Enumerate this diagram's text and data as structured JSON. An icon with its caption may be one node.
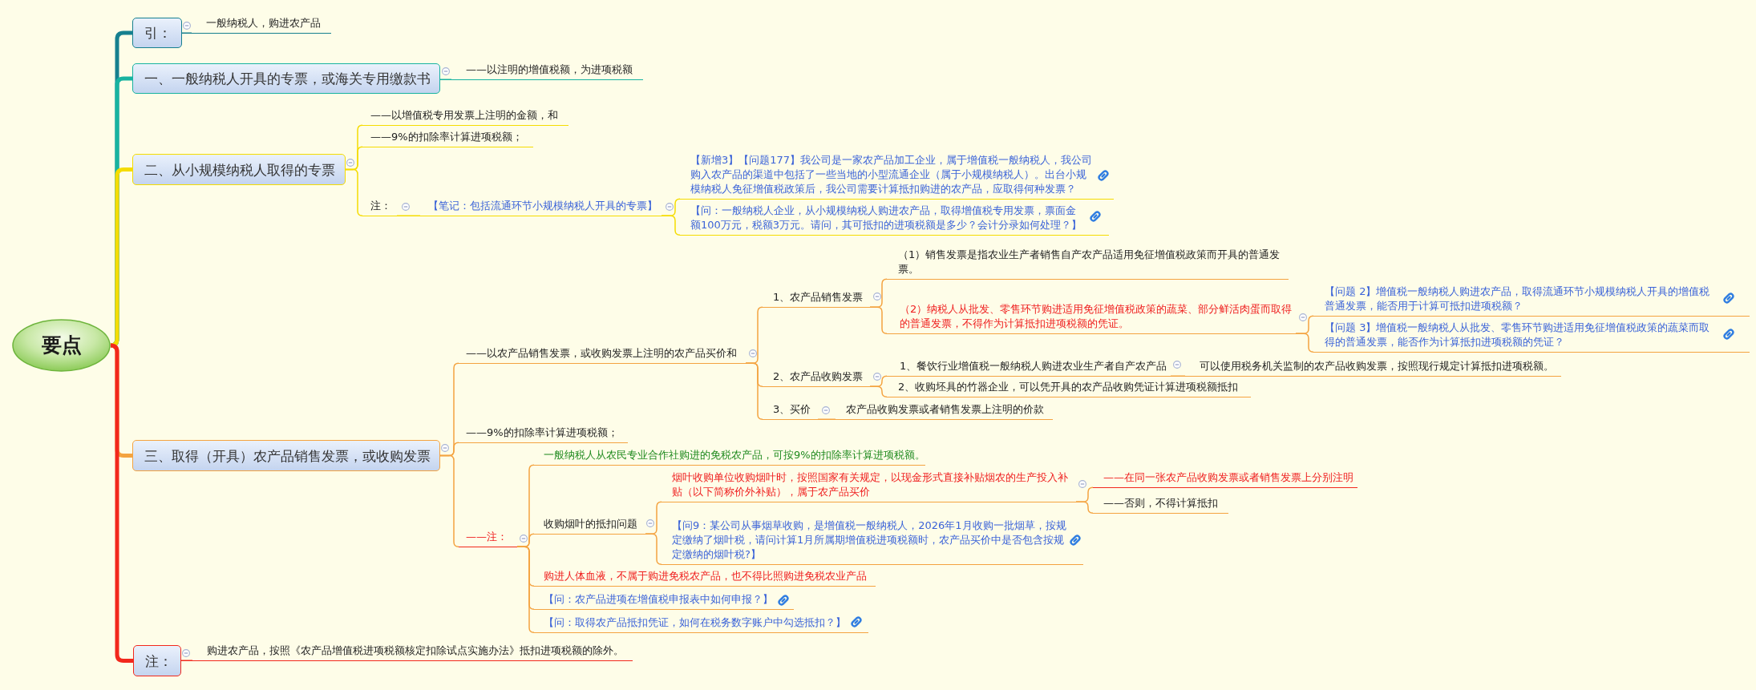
{
  "diagram": {
    "nodes": [
      {
        "text": [
          "要点"
        ]
      },
      {
        "text": [
          "引："
        ]
      },
      {
        "text": [
          "一般纳税人，购进农产品"
        ]
      },
      {
        "text": [
          "一、一般纳税人开具的专票，或海关专用缴款书"
        ]
      },
      {
        "text": [
          "——以注明的增值税额，为进项税额"
        ]
      },
      {
        "text": [
          "二、从小规模纳税人取得的专票"
        ]
      },
      {
        "text": [
          "——以增值税专用发票上注明的金额，和"
        ]
      },
      {
        "text": [
          "——9%的扣除率计算进项税额；"
        ]
      },
      {
        "text": [
          "注："
        ]
      },
      {
        "text": [
          "【笔记：包括流通环节小规模纳税人开具的专票】"
        ]
      },
      {
        "text": [
          "【新增3】【问题177】我公司是一家农产品加工企业，属于增值税一般纳税人，我公司购入农产品的渠道中包括了一些当地的小型流通企业（属于小规模纳税人）。出台小规模纳税人免征增值税政策后，我公司需要计算抵扣购进的农产品，应取得何种发票？"
        ]
      },
      {
        "text": [
          "【问：一般纳税人企业，从小规模纳税人购进农产品，取得增值税专用发票，票面金额100万元，税额3万元。请问，其可抵扣的进项税额是多少？会计分录如何处理？】"
        ]
      },
      {
        "text": [
          "三、取得（开具）农产品销售发票，或收购发票"
        ]
      },
      {
        "text": [
          "——以农产品销售发票，或收购发票上注明的农产品买价和"
        ]
      },
      {
        "text": [
          "——9%的扣除率计算进项税额；"
        ]
      },
      {
        "text": [
          "——注："
        ]
      },
      {
        "text": [
          "1、农产品销售发票"
        ]
      },
      {
        "text": [
          "2、农产品收购发票"
        ]
      },
      {
        "text": [
          "3、买价"
        ]
      },
      {
        "text": [
          "农产品收购发票或者销售发票上注明的价款"
        ]
      },
      {
        "text": [
          "（1）销售发票是指农业生产者销售自产农产品适用免征增值税政策而开具的普通发票。"
        ]
      },
      {
        "text": [
          "（2）纳税人从批发、零售环节购进适用免征增值税政策的蔬菜、部分鲜活肉蛋而取得的普通发票，不得作为计算抵扣进项税额的凭证。"
        ]
      },
      {
        "text": [
          "【问题 2】增值税一般纳税人购进农产品，取得流通环节小规模纳税人开具的增值税普通发票，能否用于计算可抵扣进项税额？"
        ]
      },
      {
        "text": [
          "【问题 3】增值税一般纳税人从批发、零售环节购进适用免征增值税政策的蔬菜而取得的普通发票，能否作为计算抵扣进项税额的凭证？"
        ]
      },
      {
        "text": [
          "1、餐饮行业增值税一般纳税人购进农业生产者自产农产品"
        ]
      },
      {
        "text": [
          "可以使用税务机关监制的农产品收购发票，按照现行规定计算抵扣进项税额。"
        ]
      },
      {
        "text": [
          "2、收购坯具的竹器企业，可以凭开具的农产品收购凭证计算进项税额抵扣"
        ]
      },
      {
        "text": [
          "一般纳税人从农民专业合作社购进的免税农产品，可按9%的扣除率计算进项税额。"
        ]
      },
      {
        "text": [
          "收购烟叶的抵扣问题"
        ]
      },
      {
        "text": [
          "烟叶收购单位收购烟叶时，按照国家有关规定，以现金形式直接补贴烟农的生产投入补贴（以下简称价外补贴），属于农产品买价"
        ]
      },
      {
        "text": [
          "【问9：某公司从事烟草收购，是增值税一般纳税人，2026年1月收购一批烟草，按规定缴纳了烟叶税，请问计算1月所属期增值税进项税额时，农产品买价中是否包含按规定缴纳的烟叶税?】"
        ]
      },
      {
        "text": [
          "——在同一张农产品收购发票或者销售发票上分别注明"
        ]
      },
      {
        "text": [
          "——否则，不得计算抵扣"
        ]
      },
      {
        "text": [
          "购进人体血液，不属于购进免税农产品，也不得比照购进免税农业产品"
        ]
      },
      {
        "text": [
          "【问：农产品进项在增值税申报表中如何申报？】"
        ]
      },
      {
        "text": [
          "【问：取得农产品抵扣凭证，如何在税务数字账户中勾选抵扣？】"
        ]
      },
      {
        "text": [
          "注："
        ]
      },
      {
        "text": [
          "购进农产品，按照《农产品增值税进项税额核定扣除试点实施办法》抵扣进项税额的除外。"
        ]
      }
    ],
    "edges": [
      {
        "from": 0,
        "to": 1,
        "arrow": "none",
        "style": "thick",
        "color": "#16808f"
      },
      {
        "from": 1,
        "to": 2,
        "arrow": "none",
        "color": "#16808f"
      },
      {
        "from": 0,
        "to": 3,
        "arrow": "none",
        "style": "thick",
        "color": "#17b3a0"
      },
      {
        "from": 3,
        "to": 4,
        "arrow": "none",
        "color": "#17b3a0"
      },
      {
        "from": 0,
        "to": 5,
        "arrow": "none",
        "style": "thick",
        "color": "#f5dc00"
      },
      {
        "from": 5,
        "to": 6,
        "arrow": "none",
        "color": "#f5dc00"
      },
      {
        "from": 5,
        "to": 7,
        "arrow": "none",
        "color": "#f5dc00"
      },
      {
        "from": 5,
        "to": 8,
        "arrow": "none",
        "color": "#f5dc00"
      },
      {
        "from": 8,
        "to": 9,
        "arrow": "none",
        "color": "#f5dc00"
      },
      {
        "from": 9,
        "to": 10,
        "arrow": "none",
        "color": "#f5dc00"
      },
      {
        "from": 9,
        "to": 11,
        "arrow": "none",
        "color": "#f5dc00"
      },
      {
        "from": 0,
        "to": 12,
        "arrow": "none",
        "style": "thick"
      },
      {
        "from": 12,
        "to": 13,
        "arrow": "none"
      },
      {
        "from": 13,
        "to": 16,
        "arrow": "none"
      },
      {
        "from": 16,
        "to": 20,
        "arrow": "none"
      },
      {
        "from": 16,
        "to": 21,
        "arrow": "none"
      },
      {
        "from": 21,
        "to": 22,
        "arrow": "none"
      },
      {
        "from": 21,
        "to": 23,
        "arrow": "none"
      },
      {
        "from": 13,
        "to": 17,
        "arrow": "none"
      },
      {
        "from": 17,
        "to": 24,
        "arrow": "none"
      },
      {
        "from": 24,
        "to": 25,
        "arrow": "none"
      },
      {
        "from": 17,
        "to": 26,
        "arrow": "none"
      },
      {
        "from": 13,
        "to": 18,
        "arrow": "none"
      },
      {
        "from": 18,
        "to": 19,
        "arrow": "none"
      },
      {
        "from": 12,
        "to": 14,
        "arrow": "none"
      },
      {
        "from": 12,
        "to": 15,
        "arrow": "none"
      },
      {
        "from": 15,
        "to": 27,
        "arrow": "none"
      },
      {
        "from": 15,
        "to": 28,
        "arrow": "none"
      },
      {
        "from": 28,
        "to": 29,
        "arrow": "none"
      },
      {
        "from": 29,
        "to": 31,
        "arrow": "none"
      },
      {
        "from": 29,
        "to": 32,
        "arrow": "none"
      },
      {
        "from": 28,
        "to": 30,
        "arrow": "none"
      },
      {
        "from": 15,
        "to": 33,
        "arrow": "none"
      },
      {
        "from": 15,
        "to": 34,
        "arrow": "none"
      },
      {
        "from": 15,
        "to": 35,
        "arrow": "none"
      },
      {
        "from": 0,
        "to": 36,
        "arrow": "none",
        "style": "thick",
        "color": "#f2281c"
      },
      {
        "from": 36,
        "to": 37,
        "arrow": "none",
        "color": "#f2281c"
      }
    ]
  }
}
